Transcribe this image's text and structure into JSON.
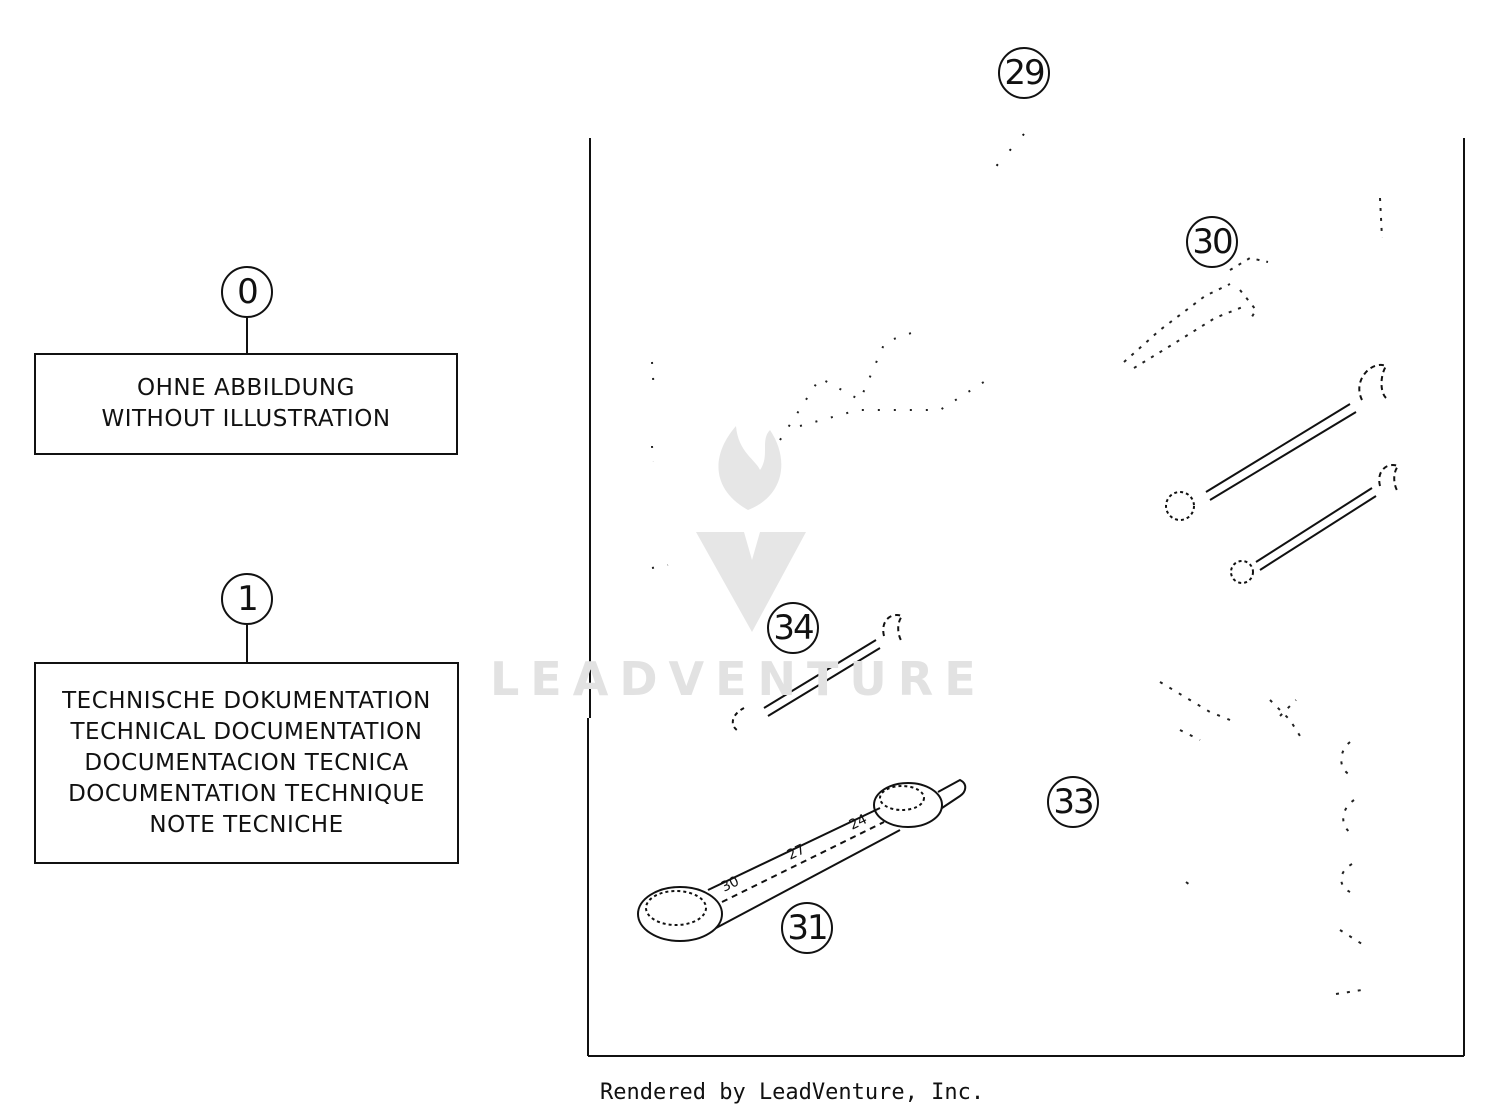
{
  "callouts": {
    "c0": "0",
    "c1": "1",
    "c29": "29",
    "c30": "30",
    "c31": "31",
    "c33": "33",
    "c34": "34"
  },
  "boxes": {
    "without_illustration": [
      "OHNE ABBILDUNG",
      "WITHOUT ILLUSTRATION"
    ],
    "technical_documentation": [
      "TECHNISCHE DOKUMENTATION",
      "TECHNICAL DOCUMENTATION",
      "DOCUMENTACION TECNICA",
      "DOCUMENTATION TECHNIQUE",
      "NOTE TECNICHE"
    ]
  },
  "wrench_markings": [
    "30",
    "27",
    "24"
  ],
  "watermark": "LEADVENTURE",
  "footer": "Rendered by LeadVenture, Inc."
}
